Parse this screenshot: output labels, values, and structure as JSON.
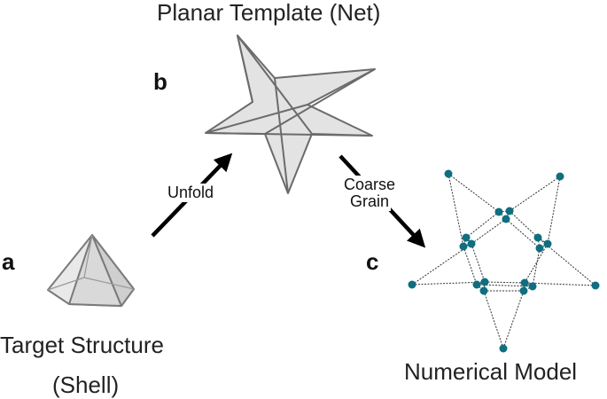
{
  "labels": {
    "planar_title": "Planar Template (Net)",
    "target_title_line1": "Target Structure",
    "target_title_line2": "(Shell)",
    "numerical_title": "Numerical Model",
    "panel_a": "a",
    "panel_b": "b",
    "panel_c": "c",
    "unfold": "Unfold",
    "coarse_line1": "Coarse",
    "coarse_line2": "Grain"
  },
  "colors": {
    "star_fill": "#e3e3e3",
    "star_stroke": "#6b6b6b",
    "node": "#0f6e80",
    "mesh_line": "#333333",
    "arrow": "#000000"
  }
}
